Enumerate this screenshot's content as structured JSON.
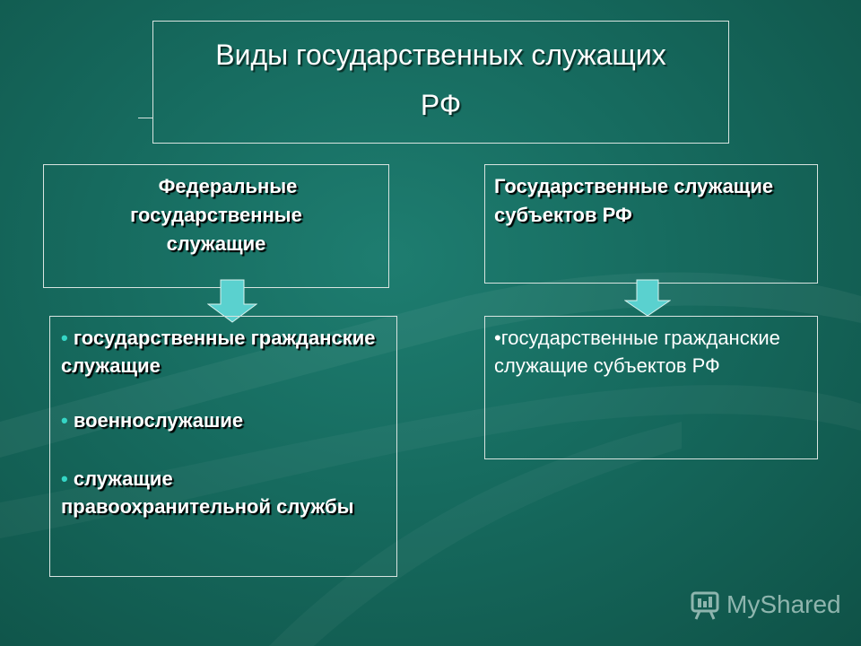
{
  "title": {
    "line1": "Виды государственных служащих",
    "line2": "РФ"
  },
  "federal": {
    "heading_line1": "Федеральные",
    "heading_line2": "государственные",
    "heading_line3": "служащие",
    "items": [
      {
        "bullet": "•",
        "text": "государственные гражданские служащие"
      },
      {
        "bullet": "•",
        "text": "военнослужашие"
      },
      {
        "bullet": "•",
        "text": "служащие правоохранительной службы"
      }
    ]
  },
  "regional": {
    "heading": "Государственные служащие субъектов РФ",
    "items": [
      {
        "bullet": "•",
        "text": "государственные гражданские служащие субъектов РФ"
      }
    ]
  },
  "colors": {
    "background": "#166a5e",
    "arrow_fill": "#5ad1cf",
    "bullet": "#35d6c6"
  },
  "watermark": {
    "text": "MyShared",
    "icon": "myshared-logo-icon"
  }
}
